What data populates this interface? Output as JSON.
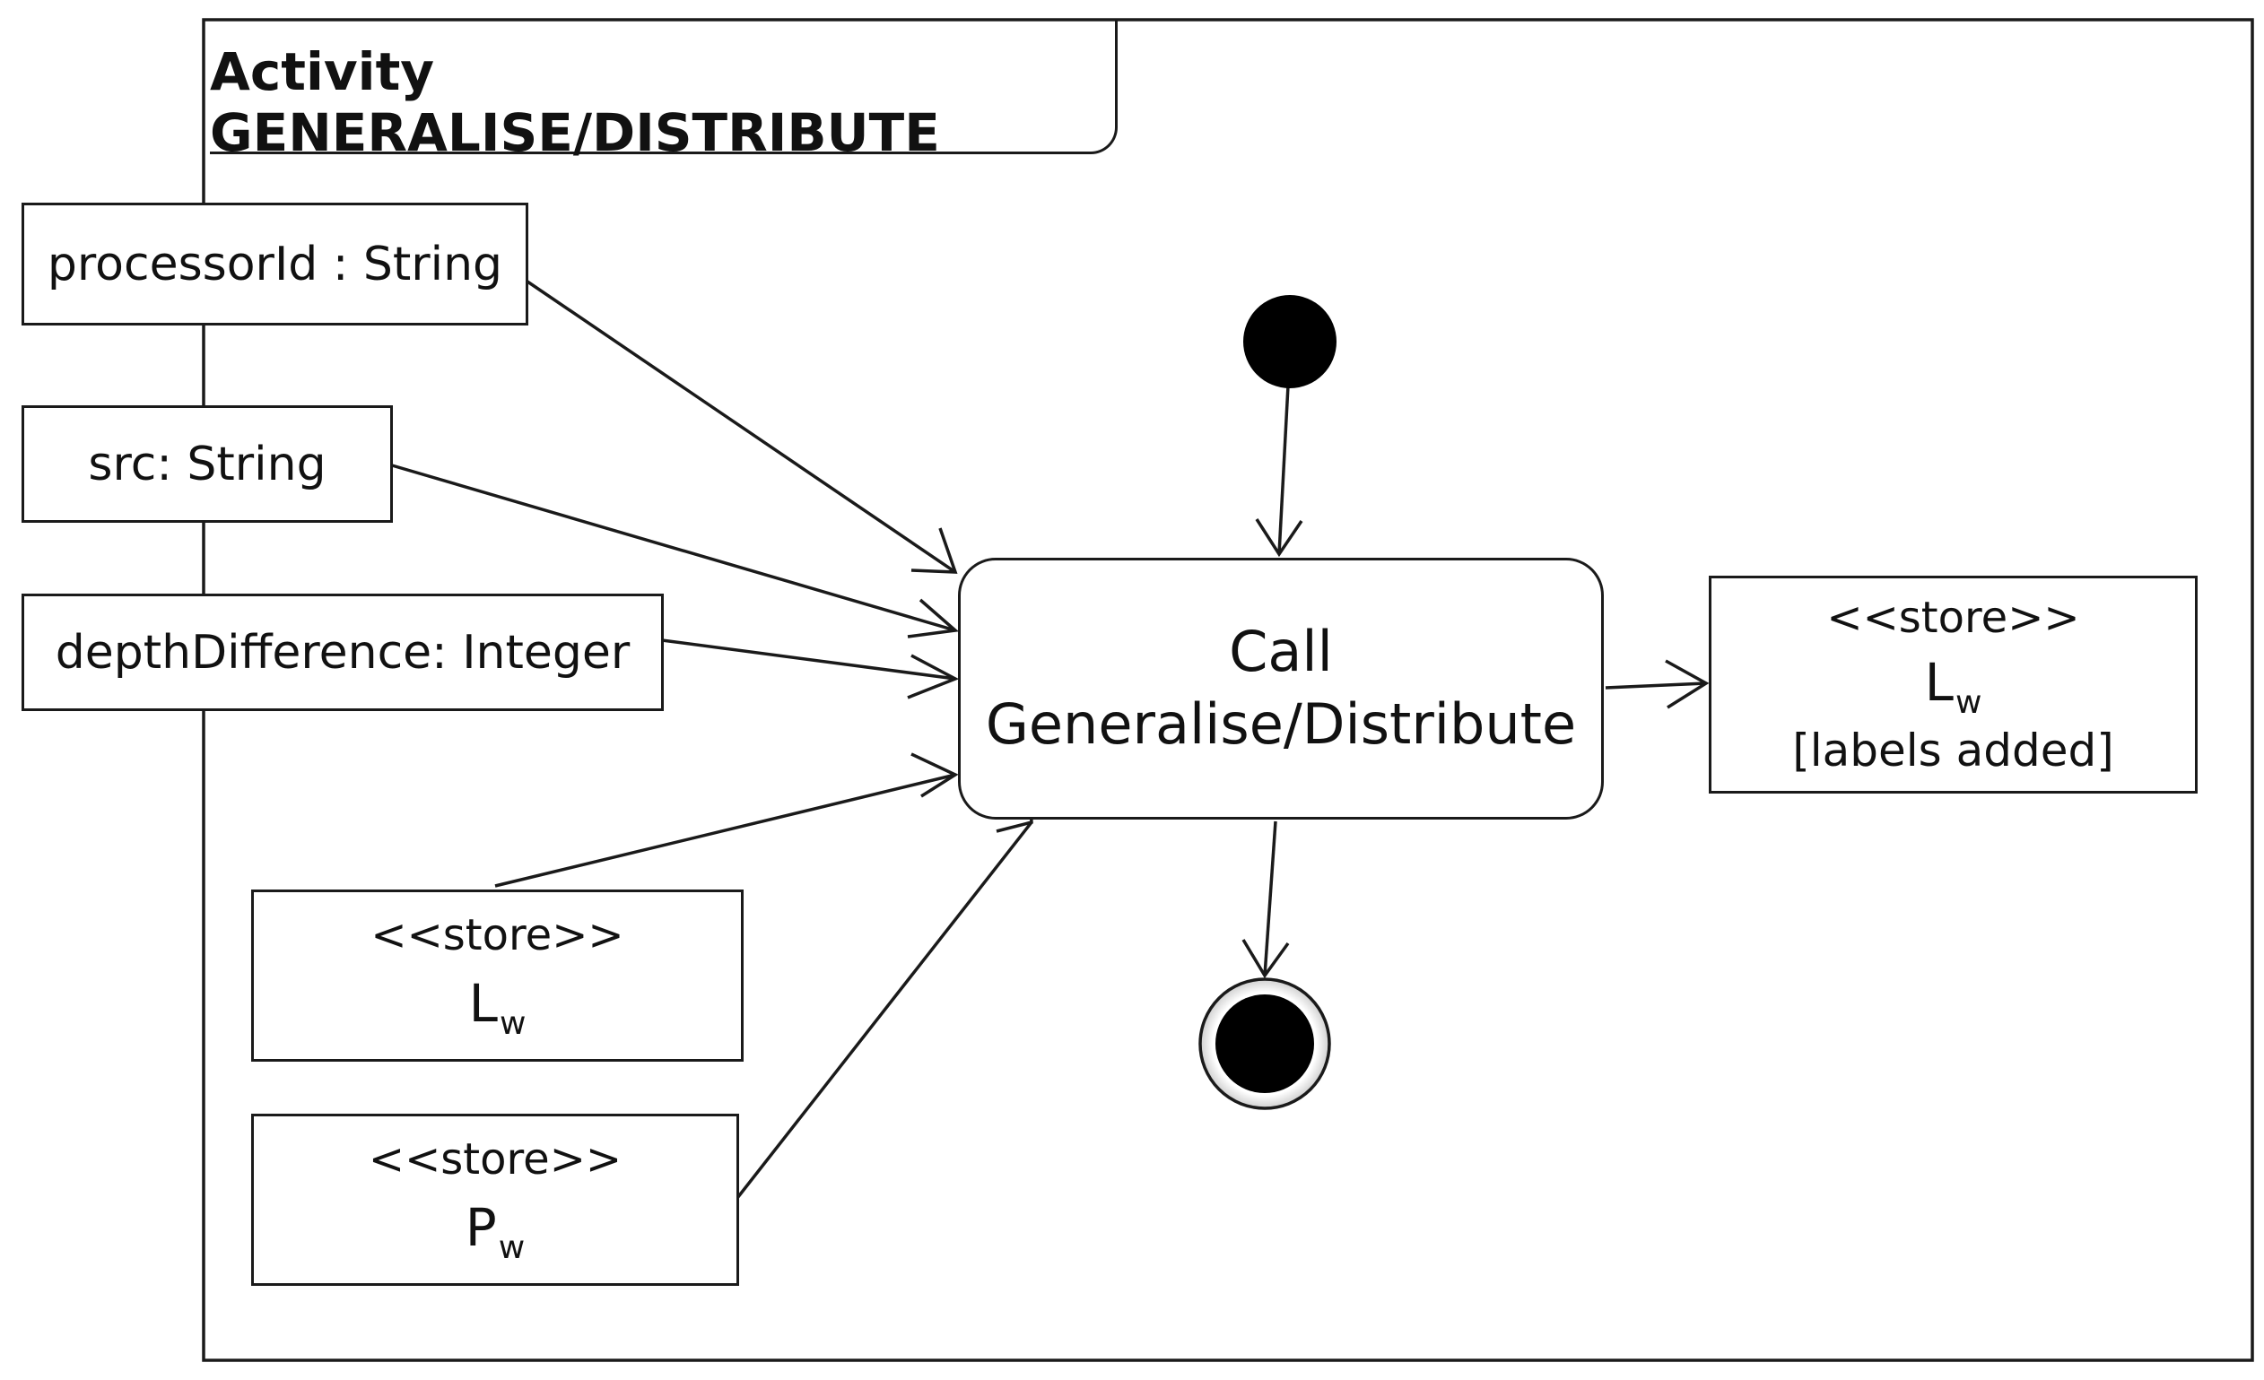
{
  "frame": {
    "title": "Activity GENERALISE/DISTRIBUTE"
  },
  "parameters": [
    {
      "label": "processorId : String"
    },
    {
      "label": "src: String"
    },
    {
      "label": "depthDifference: Integer"
    }
  ],
  "action": {
    "line1": "Call",
    "line2": "Generalise/Distribute"
  },
  "input_stores": [
    {
      "stereotype": "<<store>>",
      "name": "L",
      "subscript": "w"
    },
    {
      "stereotype": "<<store>>",
      "name": "P",
      "subscript": "w"
    }
  ],
  "output_store": {
    "stereotype": "<<store>>",
    "name": "L",
    "subscript": "w",
    "state": "[labels added]"
  },
  "nodes": {
    "initial": "initial-node",
    "final": "activity-final-node"
  }
}
